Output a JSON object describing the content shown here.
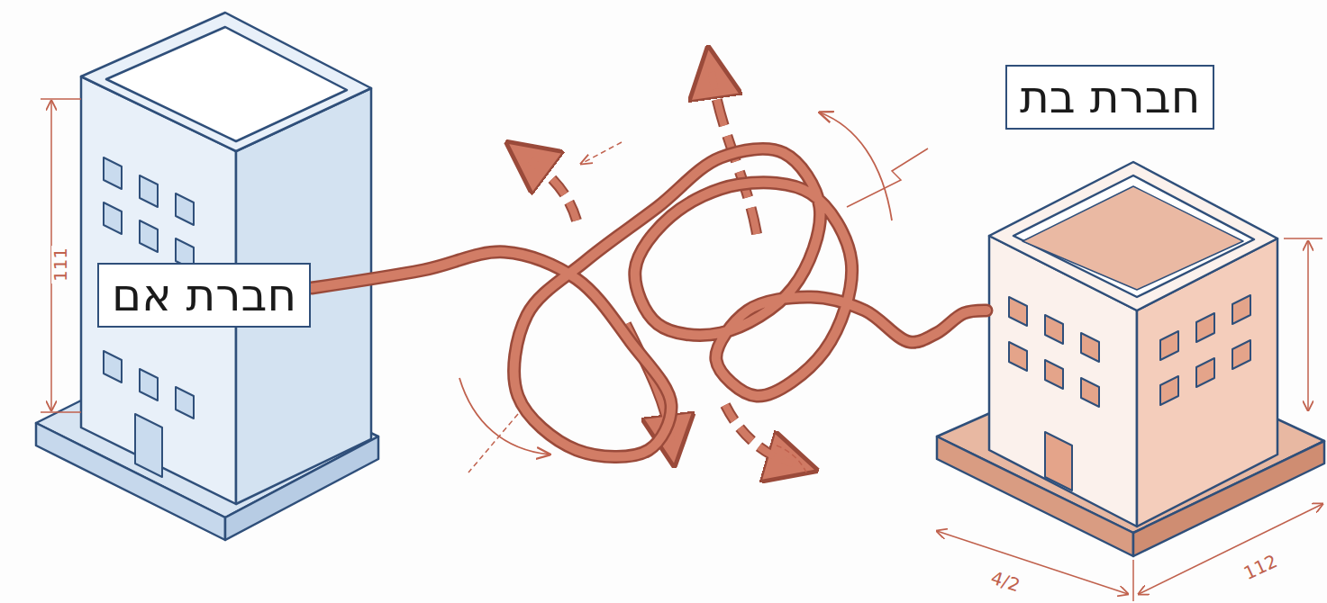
{
  "diagram": {
    "nodes": [
      {
        "text": [
          "חברת אם"
        ]
      },
      {
        "text": [
          "חברת בת"
        ]
      }
    ],
    "edges": [
      {
        "from": 0,
        "to": 1,
        "arrow": "none"
      }
    ],
    "labels": [
      "111",
      "4/2",
      "112"
    ]
  }
}
